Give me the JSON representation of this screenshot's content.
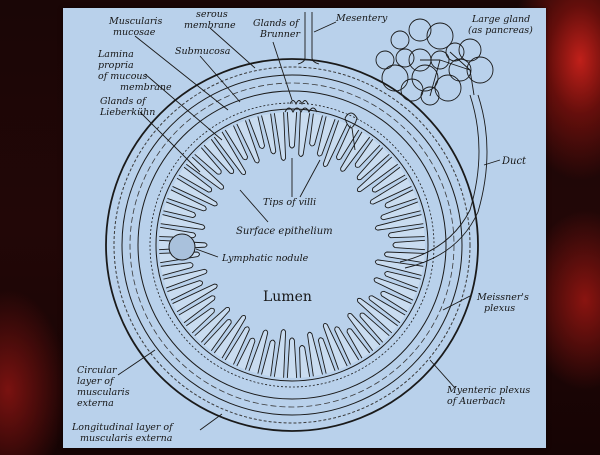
{
  "labels": {
    "muscularis_mucosae": [
      "Muscularis",
      "mucosae"
    ],
    "serous_membrane": [
      "serous",
      "membrane"
    ],
    "glands_of_brunner": [
      "Glands of",
      "Brunner"
    ],
    "mesentery": "Mesentery",
    "large_gland": [
      "Large gland",
      "(as pancreas)"
    ],
    "lamina_propria": [
      "Lamina",
      "propria",
      "of mucous",
      "membrane"
    ],
    "submucosa": "Submucosa",
    "glands_of_lieberkuhn": [
      "Glands of",
      "Lieberkühn"
    ],
    "duct": "Duct",
    "tips_of_villi": "Tips of villi",
    "surface_epithelium": "Surface epithelium",
    "lymphatic_nodule": "Lymphatic nodule",
    "lumen": "Lumen",
    "meissners_plexus": [
      "Meissner's",
      "plexus"
    ],
    "circular_layer": [
      "Circular",
      "layer of",
      "muscularis",
      "externa"
    ],
    "myenteric_plexus": [
      "Myenteric plexus",
      "of Auerbach"
    ],
    "longitudinal_layer": [
      "Longitudinal layer of",
      "muscularis externa"
    ]
  },
  "colors": {
    "panel_background": "#b9d1eb",
    "line_ink": "#1a1a1a",
    "frame_background": "#150505",
    "accent_red": "#c0201a"
  }
}
